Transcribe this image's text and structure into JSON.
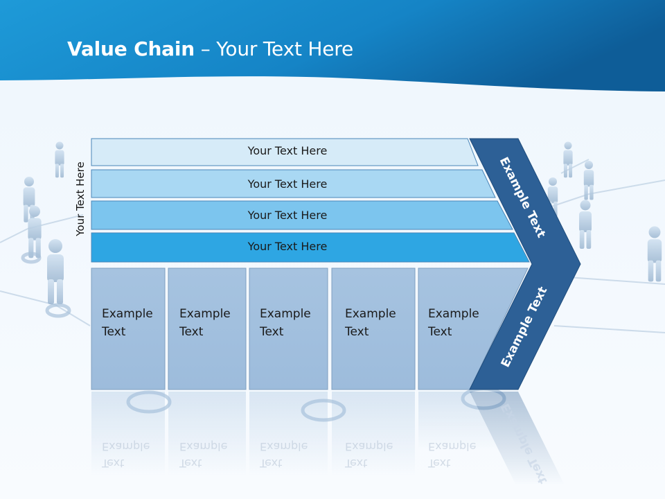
{
  "slide": {
    "title_bold": "Value Chain",
    "title_rest": " – Your Text Here"
  },
  "diagram": {
    "side_label": "Your Text Here",
    "rows": [
      {
        "label": "Your Text Here",
        "color": "#d6ebf8"
      },
      {
        "label": "Your Text Here",
        "color": "#a9d8f3"
      },
      {
        "label": "Your Text Here",
        "color": "#7cc5ee"
      },
      {
        "label": "Your Text Here",
        "color": "#2ea6e3"
      }
    ],
    "boxes": [
      {
        "line1": "Example",
        "line2": "Text"
      },
      {
        "line1": "Example",
        "line2": "Text"
      },
      {
        "line1": "Example",
        "line2": "Text"
      },
      {
        "line1": "Example",
        "line2": "Text"
      },
      {
        "line1": "Example",
        "line2": "Text"
      }
    ],
    "arrow_top_label": "Example Text",
    "arrow_bottom_label": "Example Text",
    "colors": {
      "header_dark": "#0f5f99",
      "header_light": "#22a0de",
      "box_fill": "#a3c1df",
      "arrow_fill": "#2d6096"
    }
  }
}
